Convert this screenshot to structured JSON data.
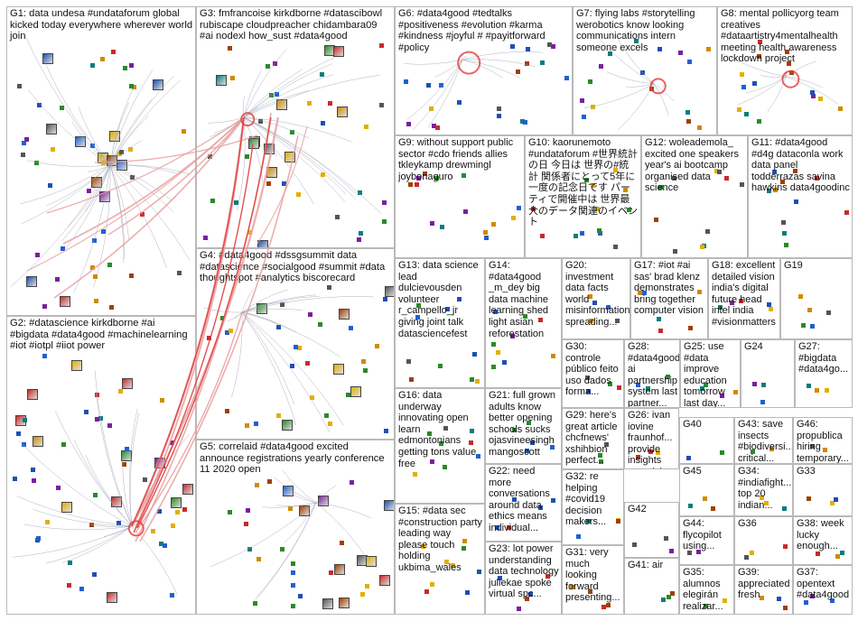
{
  "groups": [
    {
      "id": "G1",
      "label": "G1: data undesa #undataforum global kicked today everywhere wherever world join"
    },
    {
      "id": "G2",
      "label": "G2: #datascience kirkdborne #ai #bigdata #data4good #machinelearning #iot #iotpl #iiot power"
    },
    {
      "id": "G3",
      "label": "G3: fmfrancoise kirkdborne #datascibowl rubiscape cloudpreacher chidambara09 #ai nodexl how_sust #data4good"
    },
    {
      "id": "G4",
      "label": "G4: #data4good #dssgsummit data #datascience #socialgood #summit #data thoughtspot #analytics biscorecard"
    },
    {
      "id": "G5",
      "label": "G5: correlaid #data4good excited announce registrations yearly conference 11 2020 open"
    },
    {
      "id": "G6",
      "label": "G6: #data4good #tedtalks #positiveness #evolution #karma #kindness #joyful # #payitforward #policy"
    },
    {
      "id": "G7",
      "label": "G7: flying labs #storytelling werobotics know looking communications intern someone excels"
    },
    {
      "id": "G8",
      "label": "G8: mental pollicyorg team creatives #dataartistry4mentalhealth meeting health awareness lockdown project"
    },
    {
      "id": "G9",
      "label": "G9: without support public sector #cdo friends allies tkleykamp drewmingl joybonaguro"
    },
    {
      "id": "G10",
      "label": "G10: kaorunemoto #undataforum #世界統計の日 今日は 世界の#統計 関係者にとって5年に一度の記念日です パーティで開催中は 世界最大のデータ関連のイベント"
    },
    {
      "id": "G12",
      "label": "G12: woleademola_ excited one speakers year's ai bootcamp organised data science"
    },
    {
      "id": "G11",
      "label": "G11: #data4good #d4g dataconla work data panel todderrazas savina hawkins data4goodinc"
    },
    {
      "id": "G13",
      "label": "G13: data science lead dulcievousden volunteer r_campello_jr giving joint talk datasciencefest"
    },
    {
      "id": "G14",
      "label": "G14: #data4good _m_dey big data machine learning shed light asian reforestation"
    },
    {
      "id": "G20",
      "label": "G20: investment data facts world misinformation spreading..."
    },
    {
      "id": "G17",
      "label": "G17: #iot #ai sas' brad klenz demonstrates bring together computer vision"
    },
    {
      "id": "G18",
      "label": "G18: excellent detailed vision india's digital future head intel india #visionmatters"
    },
    {
      "id": "G19",
      "label": "G19"
    },
    {
      "id": "G30",
      "label": "G30: controle público feito uso dados forma..."
    },
    {
      "id": "G28",
      "label": "G28: #data4good ai partnership system last partner..."
    },
    {
      "id": "G25",
      "label": "G25: use #data improve education tomorrow last day..."
    },
    {
      "id": "G24",
      "label": "G24"
    },
    {
      "id": "G27",
      "label": "G27: #bigdata #data4go..."
    },
    {
      "id": "G16",
      "label": "G16: data underway innovating open learn edmontonians getting tons value free"
    },
    {
      "id": "G21",
      "label": "G21: full grown adults know better opening schools sucks ojasvineesingh mangoscott"
    },
    {
      "id": "G29",
      "label": "G29: here's great article chcfnews' xshihbion perfect..."
    },
    {
      "id": "G26",
      "label": "G26: ivan iovine fraunhof... provide insights smarticip..."
    },
    {
      "id": "G40",
      "label": "G40"
    },
    {
      "id": "G43",
      "label": "G43: save insects #biodiversi... critical..."
    },
    {
      "id": "G46",
      "label": "G46: propublica hiring temporary..."
    },
    {
      "id": "G22",
      "label": "G22: need more conversations around data ethics means individual..."
    },
    {
      "id": "G32",
      "label": "G32: re helping #covid19 decision makers..."
    },
    {
      "id": "G45",
      "label": "G45"
    },
    {
      "id": "G34",
      "label": "G34: #indiafight... top 20 indian..."
    },
    {
      "id": "G33",
      "label": "G33"
    },
    {
      "id": "G15",
      "label": "G15: #data sec #construction party leading way please touch holding ukbima_wales"
    },
    {
      "id": "G42",
      "label": "G42"
    },
    {
      "id": "G44",
      "label": "G44: flycopilot using..."
    },
    {
      "id": "G36",
      "label": "G36"
    },
    {
      "id": "G38",
      "label": "G38: week lucky enough..."
    },
    {
      "id": "G23",
      "label": "G23: lot power understanding data technology juliekae spoke virtual spc..."
    },
    {
      "id": "G31",
      "label": "G31: very much looking forward presenting..."
    },
    {
      "id": "G41",
      "label": "G41: air"
    },
    {
      "id": "G35",
      "label": "G35: alumnos elegirán realizar..."
    },
    {
      "id": "G39",
      "label": "G39: appreciated fresh"
    },
    {
      "id": "G37",
      "label": "G37: opentext #data4good"
    }
  ],
  "colors": {
    "edge": "#e8a0a0",
    "edge_strong": "#e23c3c",
    "border": "#b9b9b9"
  }
}
